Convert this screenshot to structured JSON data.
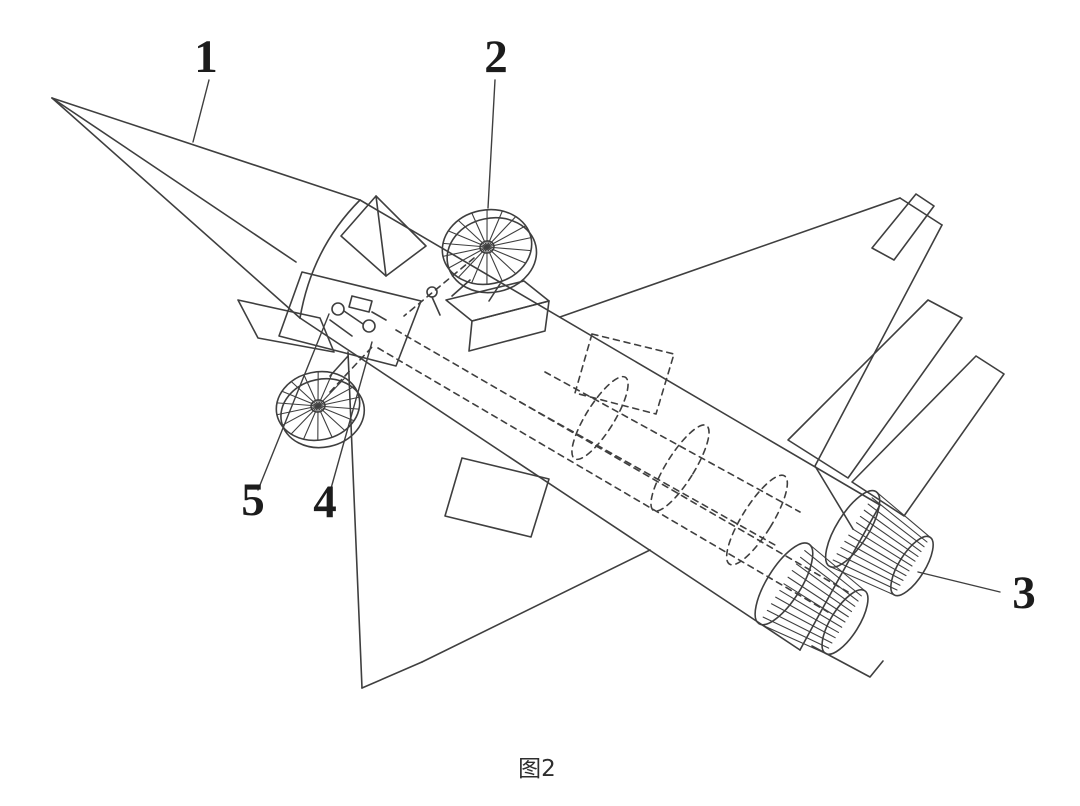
{
  "diagram": {
    "caption": "图2",
    "callouts": [
      {
        "label": "1"
      },
      {
        "label": "2"
      },
      {
        "label": "3"
      },
      {
        "label": "4"
      },
      {
        "label": "5"
      }
    ]
  },
  "colors": {
    "line": "#3f3f3f",
    "label": "#1c1c1c",
    "background": "#ffffff"
  }
}
